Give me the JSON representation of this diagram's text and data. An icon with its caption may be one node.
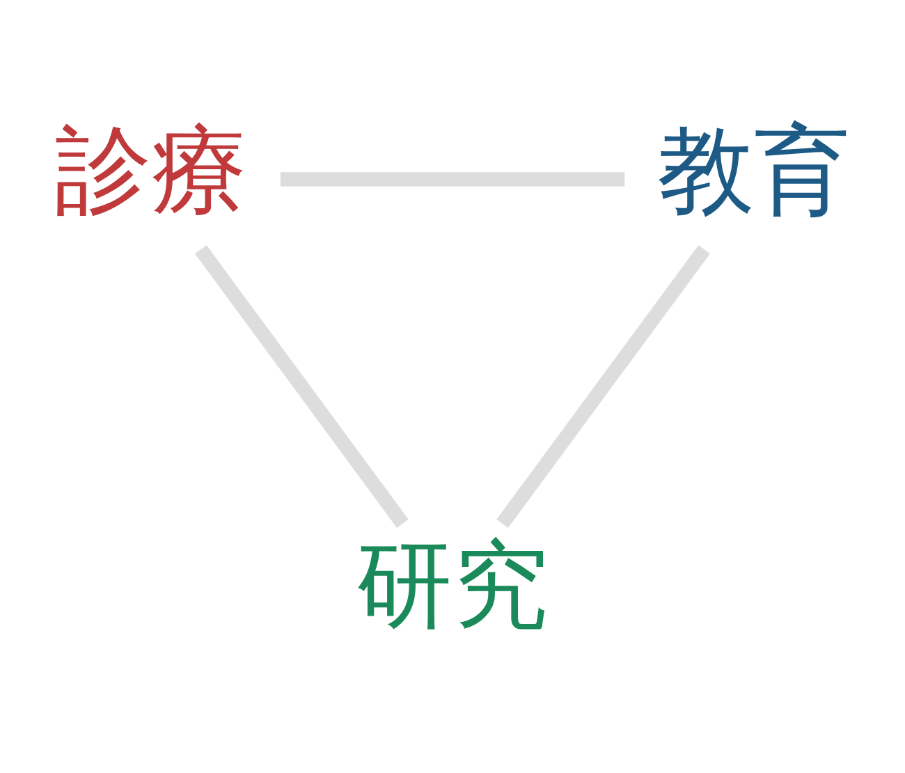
{
  "diagram": {
    "nodes": [
      {
        "text": [
          "研究"
        ]
      },
      {
        "text": [
          "教育"
        ]
      },
      {
        "text": [
          "診療"
        ]
      }
    ],
    "edges": [
      {
        "from": 0,
        "to": 2,
        "arrow": "none"
      },
      {
        "from": 2,
        "to": 1,
        "arrow": "none"
      },
      {
        "from": 1,
        "to": 0,
        "arrow": "none"
      }
    ]
  }
}
